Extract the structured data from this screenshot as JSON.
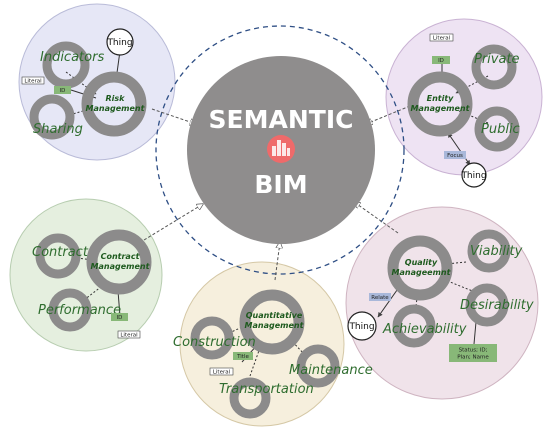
{
  "center": {
    "line1": "SEMANTIC",
    "line2": "BIM"
  },
  "risk": {
    "title_1": "Risk",
    "title_2": "Management",
    "indicators": "Indicators",
    "sharing": "Sharing",
    "thing": "Thing",
    "literal": "Literal",
    "id": "ID"
  },
  "entity": {
    "title_1": "Entity",
    "title_2": "Management",
    "private": "Private",
    "public": "Public",
    "thing": "Thing",
    "literal": "Literal",
    "id": "ID",
    "focus": "Focus"
  },
  "contract": {
    "title_1": "Contract",
    "title_2": "Management",
    "contract": "Contract",
    "performance": "Performance",
    "literal": "Literal",
    "id": "ID"
  },
  "quantitative": {
    "title_1": "Quantitative",
    "title_2": "Management",
    "construction": "Construction",
    "transportation": "Transportation",
    "maintenance": "Maintenance",
    "literal": "Literal",
    "title_box": "Title"
  },
  "quality": {
    "title_1": "Quality",
    "title_2": "Manageemnt",
    "viability": "Viability",
    "desirability": "Desirability",
    "achievability": "Achievability",
    "thing": "Thing",
    "relate": "Relate",
    "status_1": "Status; ID;",
    "status_2": "Plan; Name"
  },
  "colors": {
    "risk_bg": "#e6e7f6",
    "entity_bg": "#eee3f3",
    "contract_bg": "#e5efdf",
    "quantitative_bg": "#f6efdd",
    "quality_bg": "#f0e3ea",
    "node_gray": "#8c8b8b",
    "hub_gray": "#8f8d8d",
    "label_green": "#2f6d2f",
    "id_box": "#88b878",
    "focus_box": "#a9b8da",
    "dashed_blue": "#2f4f85",
    "logo_red": "#ef6a6a"
  }
}
